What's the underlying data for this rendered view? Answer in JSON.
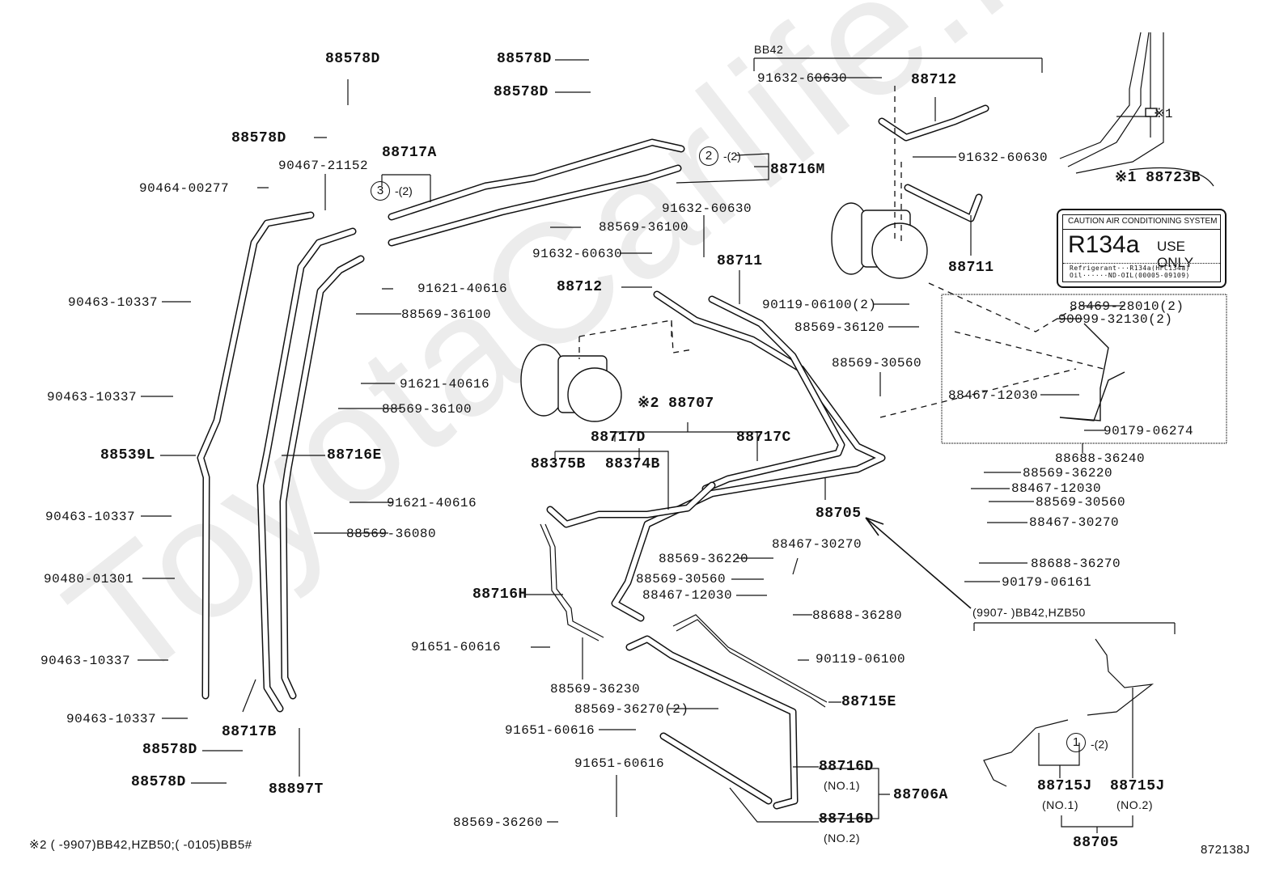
{
  "watermark": "ToyotaCarlife.ru",
  "diagram_id": "872138J",
  "footnote": "※2 (      -9907)BB42,HZB50;(      -0105)BB5#",
  "group_labels": {
    "bb42": "BB42",
    "bb42_hzb50": "(9907-        )BB42,HZB50"
  },
  "caution_label": {
    "header": "CAUTION   AIR CONDITIONING SYSTEM",
    "refrigerant": "R134a",
    "use_only": "USE ONLY",
    "row1": "Refrigerant···R134a(HFC134a)",
    "row2": "Oil······ND-OIL(00005-09109)"
  },
  "circled": [
    {
      "num": "3",
      "qty": "-(2)"
    },
    {
      "num": "2",
      "qty": "-(2)"
    },
    {
      "num": "1",
      "qty": "-(2)"
    }
  ],
  "parts": [
    {
      "id": "88578D",
      "bold": true
    },
    {
      "id": "88578D",
      "bold": true
    },
    {
      "id": "88578D",
      "bold": true
    },
    {
      "id": "88578D",
      "bold": true
    },
    {
      "id": "90467-21152",
      "bold": false
    },
    {
      "id": "88717A",
      "bold": true
    },
    {
      "id": "90464-00277",
      "bold": false
    },
    {
      "id": "88716M",
      "bold": true
    },
    {
      "id": "88569-36100",
      "bold": false
    },
    {
      "id": "91632-60630",
      "bold": false
    },
    {
      "id": "91632-60630",
      "bold": false
    },
    {
      "id": "88711",
      "bold": true
    },
    {
      "id": "88712",
      "bold": true
    },
    {
      "id": "90463-10337",
      "bold": false
    },
    {
      "id": "91621-40616",
      "bold": false
    },
    {
      "id": "88569-36100",
      "bold": false
    },
    {
      "id": "90463-10337",
      "bold": false
    },
    {
      "id": "91621-40616",
      "bold": false
    },
    {
      "id": "88569-36100",
      "bold": false
    },
    {
      "id": "88539L",
      "bold": true
    },
    {
      "id": "88716E",
      "bold": true
    },
    {
      "id": "90463-10337",
      "bold": false
    },
    {
      "id": "91621-40616",
      "bold": false
    },
    {
      "id": "88569-36080",
      "bold": false
    },
    {
      "id": "90480-01301",
      "bold": false
    },
    {
      "id": "88716H",
      "bold": true
    },
    {
      "id": "90463-10337",
      "bold": false
    },
    {
      "id": "91651-60616",
      "bold": false
    },
    {
      "id": "88569-36230",
      "bold": false
    },
    {
      "id": "90463-10337",
      "bold": false
    },
    {
      "id": "88717B",
      "bold": true
    },
    {
      "id": "88578D",
      "bold": true
    },
    {
      "id": "88578D",
      "bold": true
    },
    {
      "id": "88897T",
      "bold": true
    },
    {
      "id": "88569-36270(2)",
      "bold": false
    },
    {
      "id": "91651-60616",
      "bold": false
    },
    {
      "id": "91651-60616",
      "bold": false
    },
    {
      "id": "88569-36260",
      "bold": false
    },
    {
      "id": "88716D",
      "bold": true
    },
    {
      "id": "88716D",
      "bold": true
    },
    {
      "id": "88706A",
      "bold": true
    },
    {
      "id": "88715E",
      "bold": true
    },
    {
      "id": "※2 88707",
      "bold": true
    },
    {
      "id": "88717D",
      "bold": true
    },
    {
      "id": "88717C",
      "bold": true
    },
    {
      "id": "88375B",
      "bold": true
    },
    {
      "id": "88374B",
      "bold": true
    },
    {
      "id": "88705",
      "bold": true
    },
    {
      "id": "88569-36220",
      "bold": false
    },
    {
      "id": "88467-30270",
      "bold": false
    },
    {
      "id": "88569-30560",
      "bold": false
    },
    {
      "id": "88467-12030",
      "bold": false
    },
    {
      "id": "88688-36280",
      "bold": false
    },
    {
      "id": "90119-06100",
      "bold": false
    },
    {
      "id": "91632-60630",
      "bold": false
    },
    {
      "id": "88712",
      "bold": true
    },
    {
      "id": "91632-60630",
      "bold": false
    },
    {
      "id": "88711",
      "bold": true
    },
    {
      "id": "90119-06100(2)",
      "bold": false
    },
    {
      "id": "88569-36120",
      "bold": false
    },
    {
      "id": "88569-30560",
      "bold": false
    },
    {
      "id": "88469-28010(2)",
      "bold": false
    },
    {
      "id": "90099-32130(2)",
      "bold": false
    },
    {
      "id": "88467-12030",
      "bold": false
    },
    {
      "id": "90179-06274",
      "bold": false
    },
    {
      "id": "88688-36240",
      "bold": false
    },
    {
      "id": "88569-36220",
      "bold": false
    },
    {
      "id": "88467-12030",
      "bold": false
    },
    {
      "id": "88569-30560",
      "bold": false
    },
    {
      "id": "88467-30270",
      "bold": false
    },
    {
      "id": "88688-36270",
      "bold": false
    },
    {
      "id": "90179-06161",
      "bold": false
    },
    {
      "id": "※1 88723B",
      "bold": true
    },
    {
      "id": "※1",
      "bold": false
    },
    {
      "id": "88715J",
      "bold": true
    },
    {
      "id": "88715J",
      "bold": true
    },
    {
      "id": "88705",
      "bold": true
    }
  ],
  "sub_notes": [
    "(NO.1)",
    "(NO.2)",
    "(NO.1)",
    "(NO.2)"
  ]
}
